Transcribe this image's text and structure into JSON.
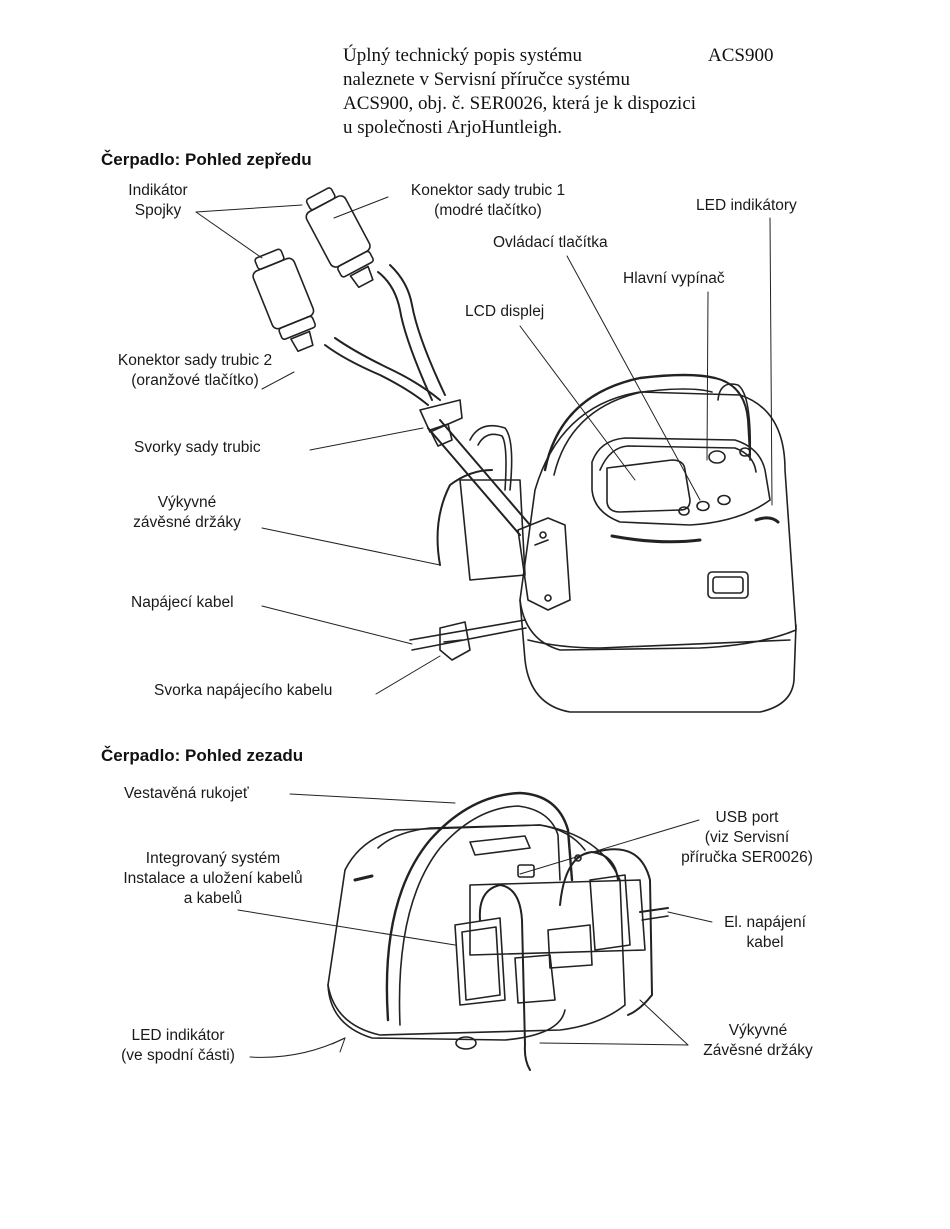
{
  "intro": {
    "lines": [
      "Úplný technický popis systému",
      "naleznete v Servisní příručce systému",
      "ACS900, obj. č. SER0026, která je k dispozici",
      "u společnosti ArjoHuntleigh."
    ],
    "product": "ACS900"
  },
  "front": {
    "heading": "Čerpadlo: Pohled zepředu",
    "labels": {
      "indicator": [
        "Indikátor",
        "Spojky"
      ],
      "connector1": [
        "Konektor sady trubic 1",
        "(modré tlačítko)"
      ],
      "led_indicators": "LED indikátory",
      "control_buttons": "Ovládací tlačítka",
      "main_switch": "Hlavní vypínač",
      "lcd": "LCD displej",
      "connector2": [
        "Konektor sady trubic 2",
        "(oranžové tlačítko)"
      ],
      "clamps": "Svorky sady trubic",
      "hangers": [
        "Výkyvné",
        "závěsné držáky"
      ],
      "power_cable": "Napájecí kabel",
      "cable_clamp": "Svorka napájecího kabelu"
    }
  },
  "rear": {
    "heading": "Čerpadlo: Pohled zezadu",
    "labels": {
      "handle": "Vestavěná rukojeť",
      "usb": [
        "USB port",
        "(viz Servisní",
        "příručka SER0026)"
      ],
      "cable_storage": [
        "Integrovaný systém",
        "Instalace a uložení kabelů",
        "a kabelů"
      ],
      "power": [
        "El. napájení",
        "kabel"
      ],
      "led_bottom": [
        "LED indikátor",
        "(ve spodní části)"
      ],
      "hangers": [
        "Výkyvné",
        "Závěsné držáky"
      ]
    }
  }
}
